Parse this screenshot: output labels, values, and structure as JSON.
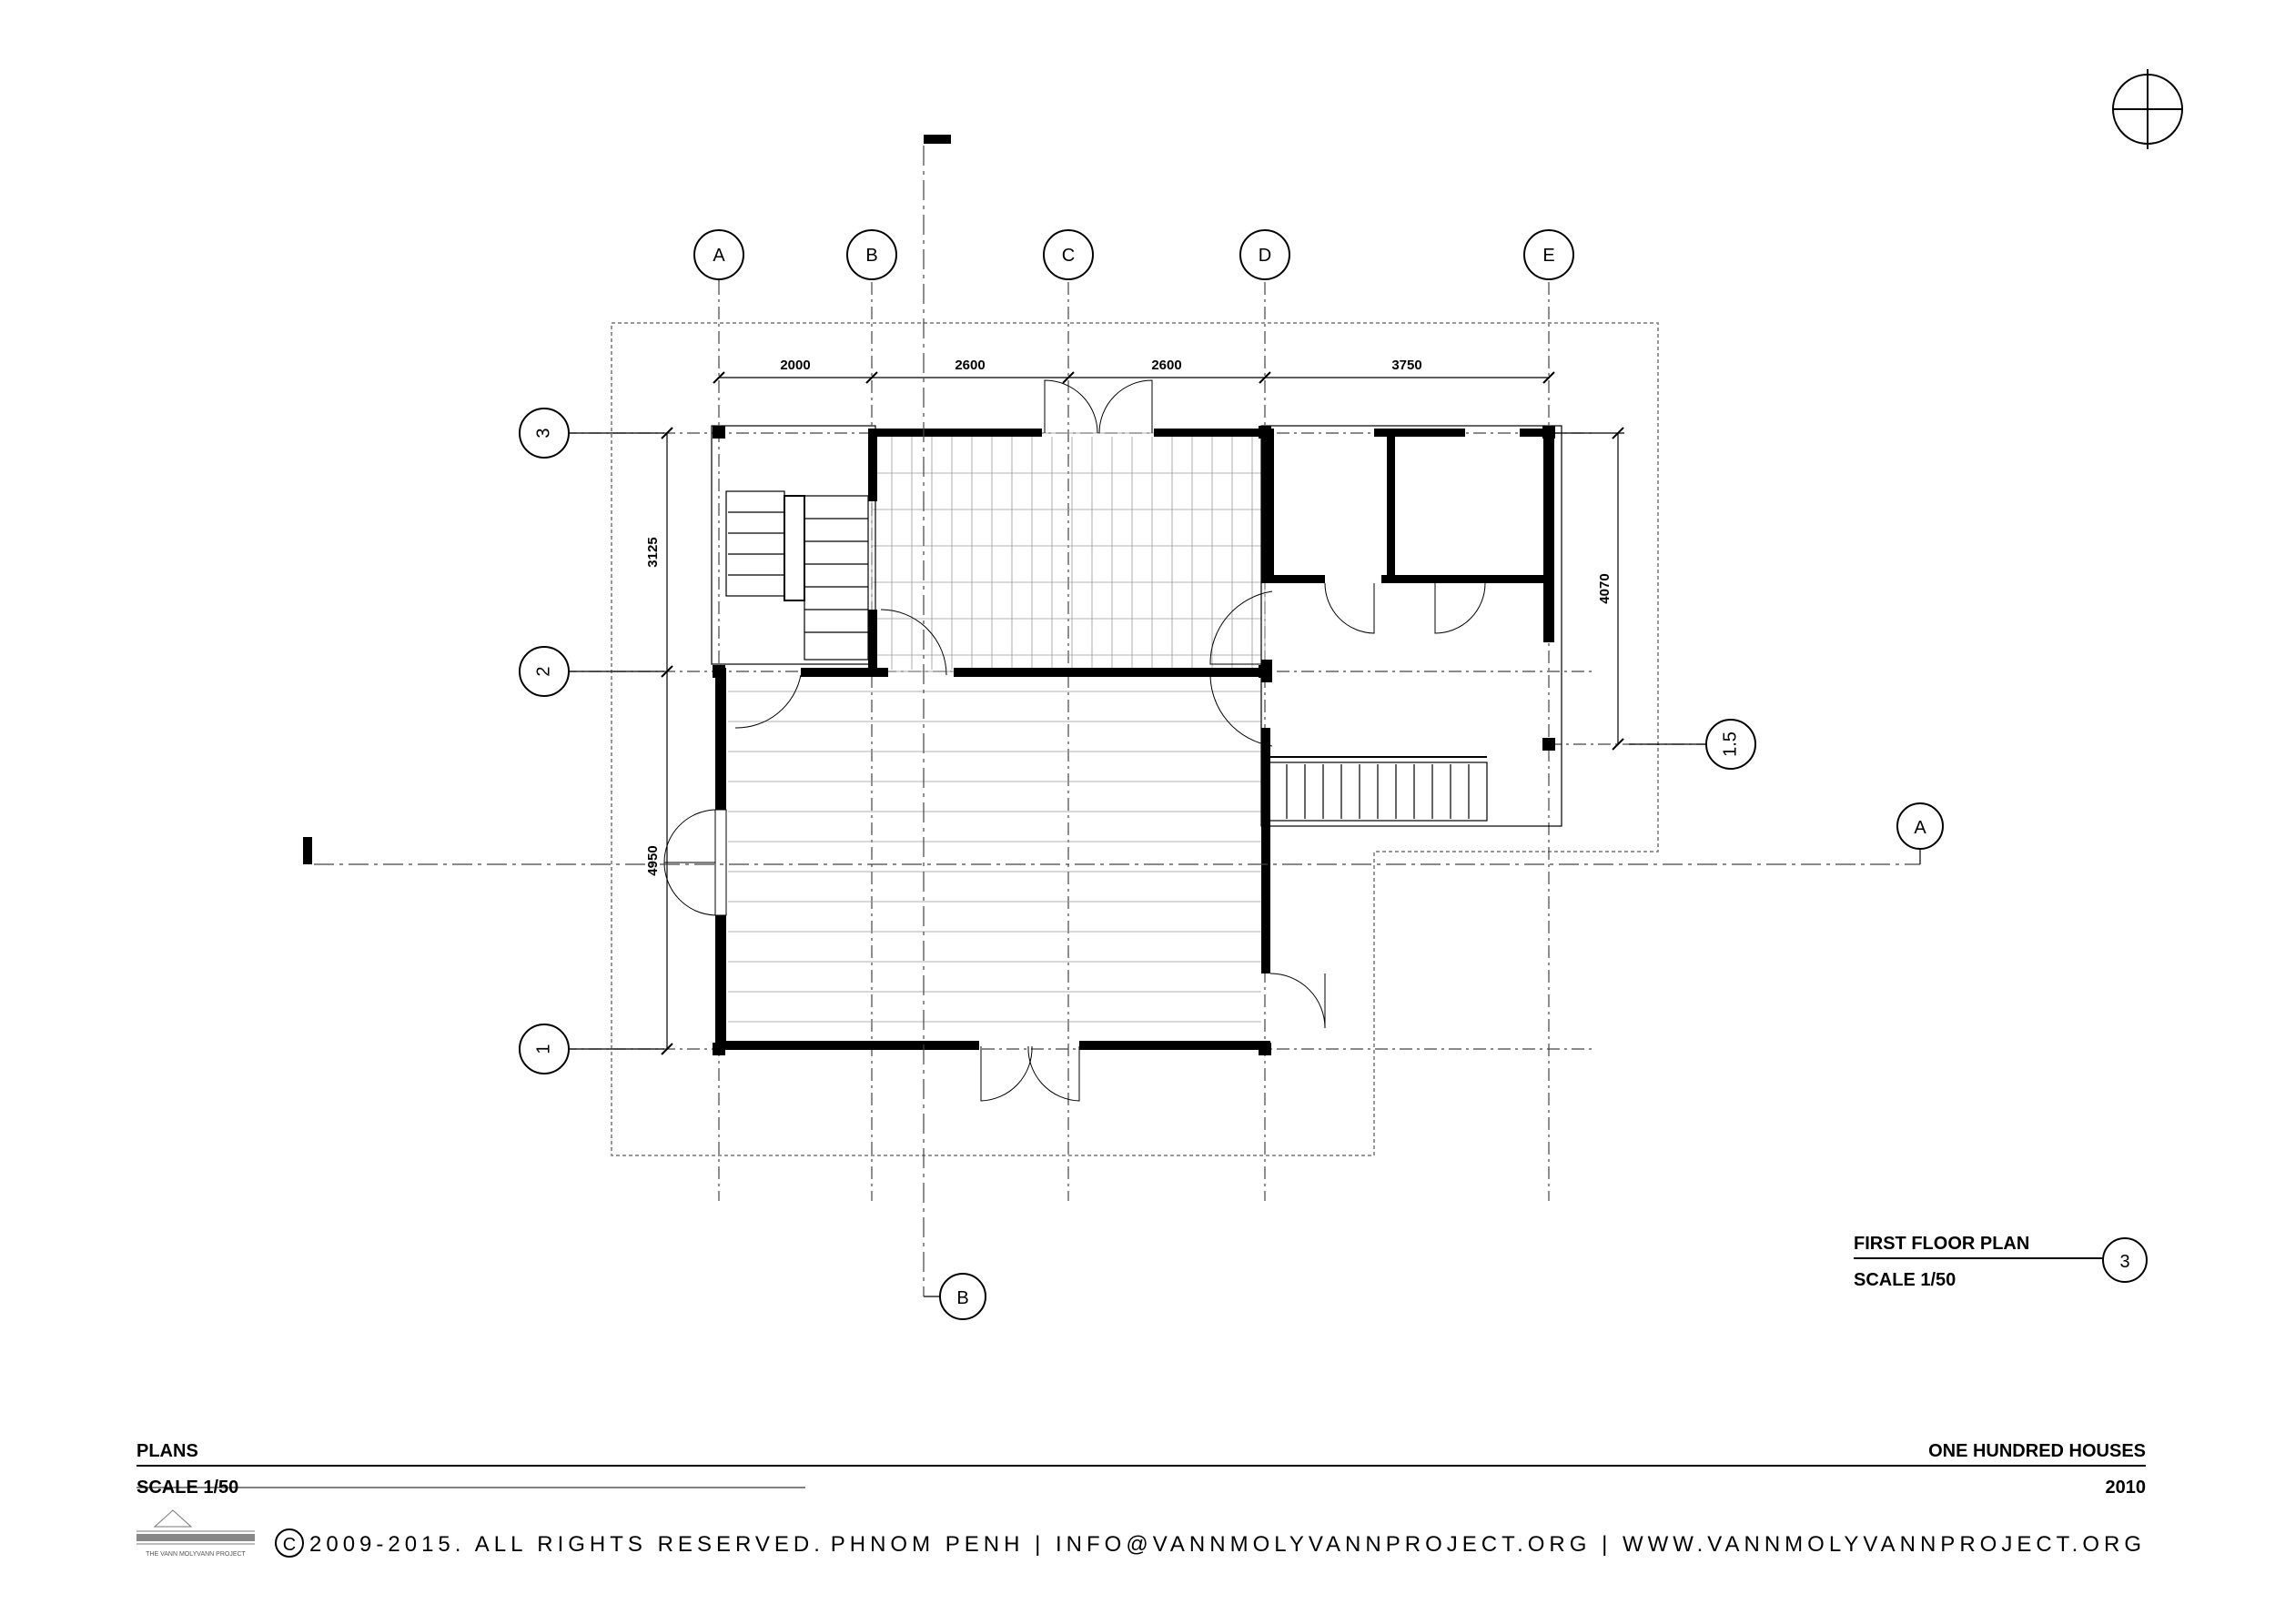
{
  "grid": {
    "columns": [
      "A",
      "B",
      "C",
      "D",
      "E"
    ],
    "rows": [
      "3",
      "2",
      "1.5",
      "1"
    ]
  },
  "dimensions": {
    "horizontal": [
      "2000",
      "2600",
      "2600",
      "3750"
    ],
    "vertical_left": [
      "3125",
      "4950"
    ],
    "vertical_right": "4070"
  },
  "section_marks": {
    "horizontal": "A",
    "vertical": "B"
  },
  "drawing_title": {
    "name": "FIRST FLOOR PLAN",
    "scale": "SCALE   1/50",
    "number": "3"
  },
  "title_block": {
    "sheet": "PLANS",
    "scale": "SCALE   1/50",
    "project": "ONE HUNDRED HOUSES",
    "year": "2010",
    "copyright": "2009-2015. ALL RIGHTS RESERVED.",
    "copyright_symbol": "C",
    "contact": "PHNOM PENH  |  INFO@VANNMOLYVANNPROJECT.ORG  |  WWW.VANNMOLYVANNPROJECT.ORG",
    "logo_caption": "THE VANN MOLYVANN PROJECT"
  },
  "icons": {
    "north": "north-arrow-icon",
    "logo": "vann-molyvann-logo-icon"
  }
}
